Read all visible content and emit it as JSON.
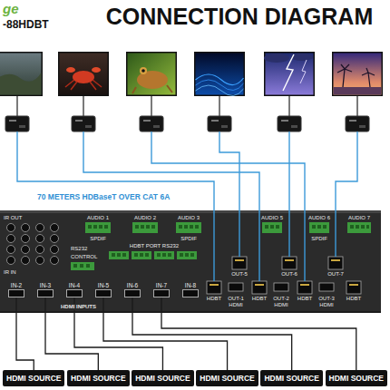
{
  "diagram": {
    "title": "CONNECTION DIAGRAM",
    "nodes": [
      {
        "text": [
          "IN-2"
        ]
      },
      {
        "text": [
          "IN-3"
        ]
      },
      {
        "text": [
          "IN-4"
        ]
      },
      {
        "text": [
          "IN-5"
        ]
      },
      {
        "text": [
          "IN-6"
        ]
      },
      {
        "text": [
          "IN-7"
        ]
      },
      {
        "text": [
          "IN-8"
        ]
      },
      {
        "text": [
          "HDMI SOURCE"
        ]
      },
      {
        "text": [
          "HDMI SOURCE"
        ]
      },
      {
        "text": [
          "HDMI SOURCE"
        ]
      },
      {
        "text": [
          "HDMI SOURCE"
        ]
      },
      {
        "text": [
          "HDMI SOURCE"
        ]
      },
      {
        "text": [
          "HDMI SOURCE"
        ]
      }
    ],
    "edges": [
      {
        "from": 7,
        "to": 0,
        "arrow": "none"
      },
      {
        "from": 8,
        "to": 1,
        "arrow": "none"
      },
      {
        "from": 9,
        "to": 2,
        "arrow": "none"
      },
      {
        "from": 10,
        "to": 3,
        "arrow": "none"
      },
      {
        "from": 11,
        "to": 4,
        "arrow": "none"
      },
      {
        "from": 12,
        "to": 5,
        "arrow": "none"
      }
    ],
    "labels": [
      "ge",
      "-88HDBT",
      "70 METERS HDBaseT OVER CAT 6A",
      "IR OUT",
      "IR IN",
      "AUDIO 1",
      "AUDIO 2",
      "AUDIO 3",
      "AUDIO 5",
      "AUDIO 6",
      "AUDIO 7",
      "SPDIF",
      "SPDIF",
      "SPDIF",
      "RS232",
      "CONTROL",
      "HDBT PORT RS232",
      "OUT-5",
      "OUT-6",
      "OUT-7",
      "HDBT",
      "HDBT",
      "HDBT",
      "HDBT",
      "OUT-1",
      "OUT-2",
      "OUT-3",
      "HDMI",
      "HDMI",
      "HDMI",
      "HDMI INPUTS"
    ]
  }
}
